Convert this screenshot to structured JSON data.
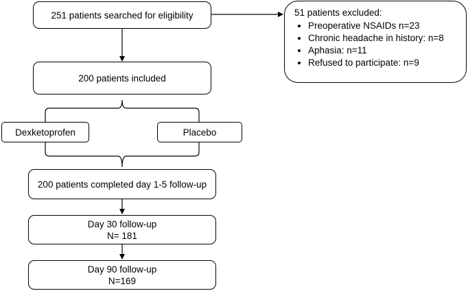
{
  "nodes": {
    "searched": "251 patients searched for eligibility",
    "excluded": {
      "title": "51 patients excluded:",
      "items": [
        "Preoperative NSAIDs n=23",
        "Chronic headache in history: n=8",
        "Aphasia: n=11",
        "Refused to participate: n=9"
      ]
    },
    "included": "200 patients included",
    "arm_a": "Dexketoprofen",
    "arm_b": "Placebo",
    "completed": "200 patients completed day 1-5 follow-up",
    "day30": {
      "label": "Day 30 follow-up",
      "n": "N= 181"
    },
    "day90": {
      "label": "Day 90 follow-up",
      "n": "N=169"
    }
  }
}
